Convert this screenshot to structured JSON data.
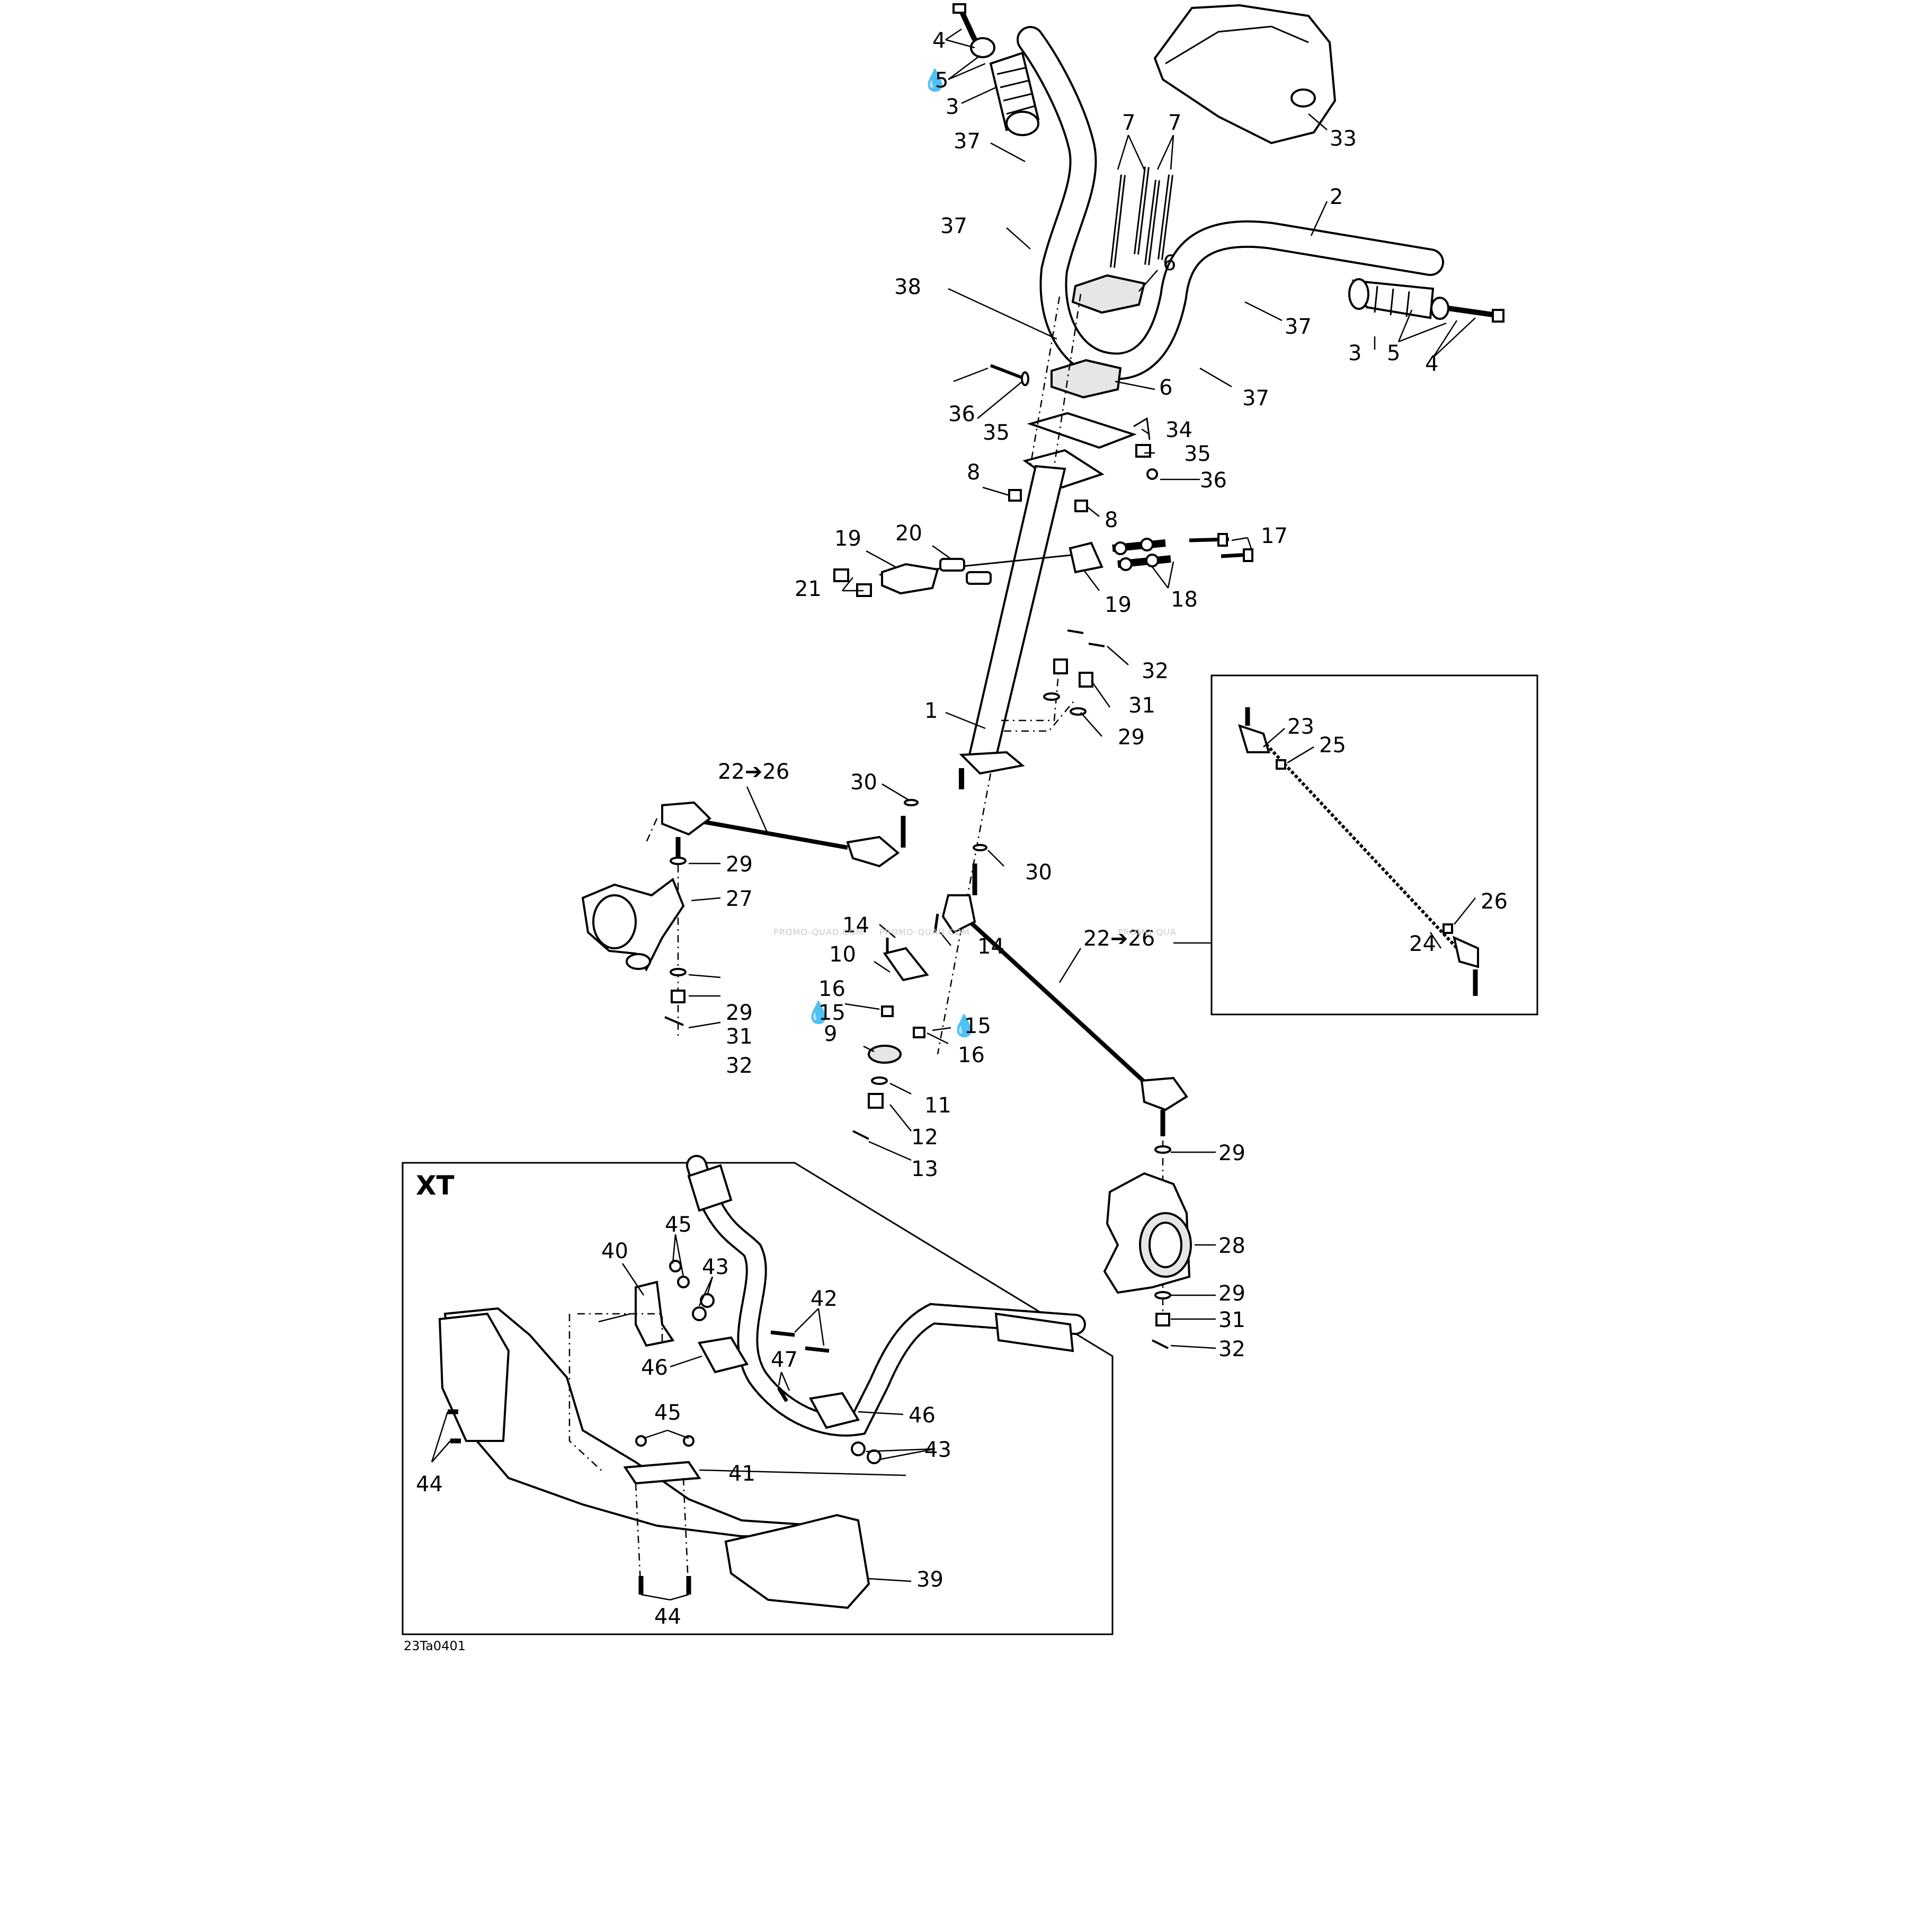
{
  "labels": [
    {
      "id": "4-top",
      "text": "4"
    },
    {
      "id": "5-top",
      "text": "5"
    },
    {
      "id": "3-top",
      "text": "3"
    },
    {
      "id": "37-a",
      "text": "37"
    },
    {
      "id": "37-b",
      "text": "37"
    },
    {
      "id": "38",
      "text": "38"
    },
    {
      "id": "7-a",
      "text": "7"
    },
    {
      "id": "7-b",
      "text": "7"
    },
    {
      "id": "33",
      "text": "33"
    },
    {
      "id": "2",
      "text": "2"
    },
    {
      "id": "6-a",
      "text": "6"
    },
    {
      "id": "37-c",
      "text": "37"
    },
    {
      "id": "3-right",
      "text": "3"
    },
    {
      "id": "5-right",
      "text": "5"
    },
    {
      "id": "4-right",
      "text": "4"
    },
    {
      "id": "37-d",
      "text": "37"
    },
    {
      "id": "6-b",
      "text": "6"
    },
    {
      "id": "36-a",
      "text": "36"
    },
    {
      "id": "35-a",
      "text": "35"
    },
    {
      "id": "34",
      "text": "34"
    },
    {
      "id": "35-b",
      "text": "35"
    },
    {
      "id": "36-b",
      "text": "36"
    },
    {
      "id": "8-a",
      "text": "8"
    },
    {
      "id": "8-b",
      "text": "8"
    },
    {
      "id": "19-a",
      "text": "19"
    },
    {
      "id": "20",
      "text": "20"
    },
    {
      "id": "17",
      "text": "17"
    },
    {
      "id": "21",
      "text": "21"
    },
    {
      "id": "19-b",
      "text": "19"
    },
    {
      "id": "18",
      "text": "18"
    },
    {
      "id": "32-a",
      "text": "32"
    },
    {
      "id": "1",
      "text": "1"
    },
    {
      "id": "31-a",
      "text": "31"
    },
    {
      "id": "29-a",
      "text": "29"
    },
    {
      "id": "22-26-left",
      "text": "22➔26"
    },
    {
      "id": "30-a",
      "text": "30"
    },
    {
      "id": "29-b",
      "text": "29"
    },
    {
      "id": "27",
      "text": "27"
    },
    {
      "id": "30-b",
      "text": "30"
    },
    {
      "id": "14-a",
      "text": "14"
    },
    {
      "id": "10",
      "text": "10"
    },
    {
      "id": "14-b",
      "text": "14"
    },
    {
      "id": "22-26-right",
      "text": "22➔26"
    },
    {
      "id": "16-a",
      "text": "16"
    },
    {
      "id": "15-a",
      "text": "15"
    },
    {
      "id": "29-c",
      "text": "29"
    },
    {
      "id": "15-b",
      "text": "15"
    },
    {
      "id": "9",
      "text": "9"
    },
    {
      "id": "31-b",
      "text": "31"
    },
    {
      "id": "16-b",
      "text": "16"
    },
    {
      "id": "32-b",
      "text": "32"
    },
    {
      "id": "11",
      "text": "11"
    },
    {
      "id": "12",
      "text": "12"
    },
    {
      "id": "13",
      "text": "13"
    },
    {
      "id": "29-d",
      "text": "29"
    },
    {
      "id": "28",
      "text": "28"
    },
    {
      "id": "29-e",
      "text": "29"
    },
    {
      "id": "31-c",
      "text": "31"
    },
    {
      "id": "32-c",
      "text": "32"
    },
    {
      "id": "23",
      "text": "23"
    },
    {
      "id": "25",
      "text": "25"
    },
    {
      "id": "26",
      "text": "26"
    },
    {
      "id": "24",
      "text": "24"
    },
    {
      "id": "45-a",
      "text": "45"
    },
    {
      "id": "40",
      "text": "40"
    },
    {
      "id": "43-a",
      "text": "43"
    },
    {
      "id": "42",
      "text": "42"
    },
    {
      "id": "46-a",
      "text": "46"
    },
    {
      "id": "47",
      "text": "47"
    },
    {
      "id": "45-b",
      "text": "45"
    },
    {
      "id": "46-b",
      "text": "46"
    },
    {
      "id": "43-b",
      "text": "43"
    },
    {
      "id": "41",
      "text": "41"
    },
    {
      "id": "44-a",
      "text": "44"
    },
    {
      "id": "39",
      "text": "39"
    },
    {
      "id": "44-b",
      "text": "44"
    }
  ],
  "xt_title": "XT",
  "figure_code": "23Ta0401",
  "watermarks": [
    "PROMO-QUAD.COM",
    "PROMO-QUAD.COM",
    "PROMO-QUA"
  ]
}
